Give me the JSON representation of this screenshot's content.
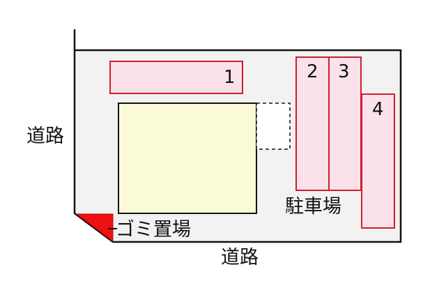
{
  "labels": {
    "road_left": "道路",
    "road_bottom": "道路",
    "garbage_area": "ゴミ置場",
    "parking_area": "駐車場"
  },
  "parking_spaces": [
    {
      "number": "1"
    },
    {
      "number": "2"
    },
    {
      "number": "3"
    },
    {
      "number": "4"
    }
  ],
  "colors": {
    "lot_fill": "#f2f2f2",
    "parking_fill": "#fbe1ea",
    "parking_border": "#cc1f2e",
    "building_fill": "#fbfad6",
    "garbage_fill": "#ee1111",
    "outline": "#111111"
  }
}
